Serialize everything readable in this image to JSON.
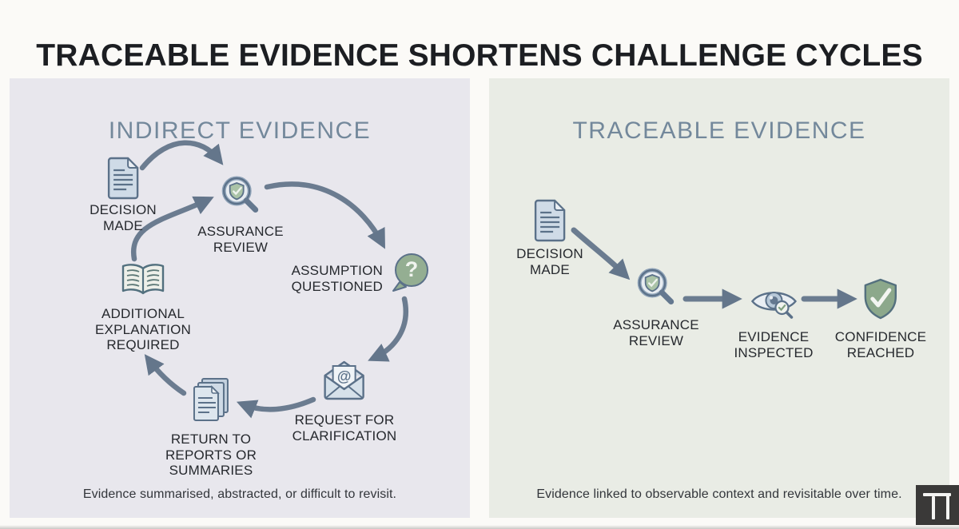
{
  "title": "TRACEABLE EVIDENCE SHORTENS CHALLENGE CYCLES",
  "panels": {
    "indirect": {
      "heading": "INDIRECT EVIDENCE",
      "caption": "Evidence summarised, abstracted, or difficult to revisit.",
      "nodes": [
        {
          "icon": "document-icon",
          "label": "DECISION\nMADE"
        },
        {
          "icon": "magnifier-shield-icon",
          "label": "ASSURANCE\nREVIEW"
        },
        {
          "icon": "question-bubble-icon",
          "label": "ASSUMPTION\nQUESTIONED"
        },
        {
          "icon": "envelope-at-icon",
          "label": "REQUEST FOR\nCLARIFICATION"
        },
        {
          "icon": "papers-stack-icon",
          "label": "RETURN TO\nREPORTS OR\nSUMMARIES"
        },
        {
          "icon": "open-book-icon",
          "label": "ADDITIONAL\nEXPLANATION\nREQUIRED"
        }
      ]
    },
    "traceable": {
      "heading": "TRACEABLE EVIDENCE",
      "caption": "Evidence linked to observable context and revisitable over time.",
      "nodes": [
        {
          "icon": "document-icon",
          "label": "DECISION\nMADE"
        },
        {
          "icon": "magnifier-shield-icon",
          "label": "ASSURANCE\nREVIEW"
        },
        {
          "icon": "eye-inspect-icon",
          "label": "EVIDENCE\nINSPECTED"
        },
        {
          "icon": "shield-check-icon",
          "label": "CONFIDENCE\nREACHED"
        }
      ]
    }
  },
  "logo": {
    "icon": "ti-logo",
    "glyph": "TI"
  },
  "colors": {
    "page_bg": "#fbfaf7",
    "indirect_panel_bg": "#e8e7ed",
    "traceable_panel_bg": "#e9ece5",
    "heading": "#73889b",
    "title": "#1c1e22",
    "label": "#26292e",
    "arrow": "#64768b",
    "icon_blue": "#cfdbe7",
    "icon_green": "#8ca88b",
    "logo_bg": "#3a3938"
  }
}
